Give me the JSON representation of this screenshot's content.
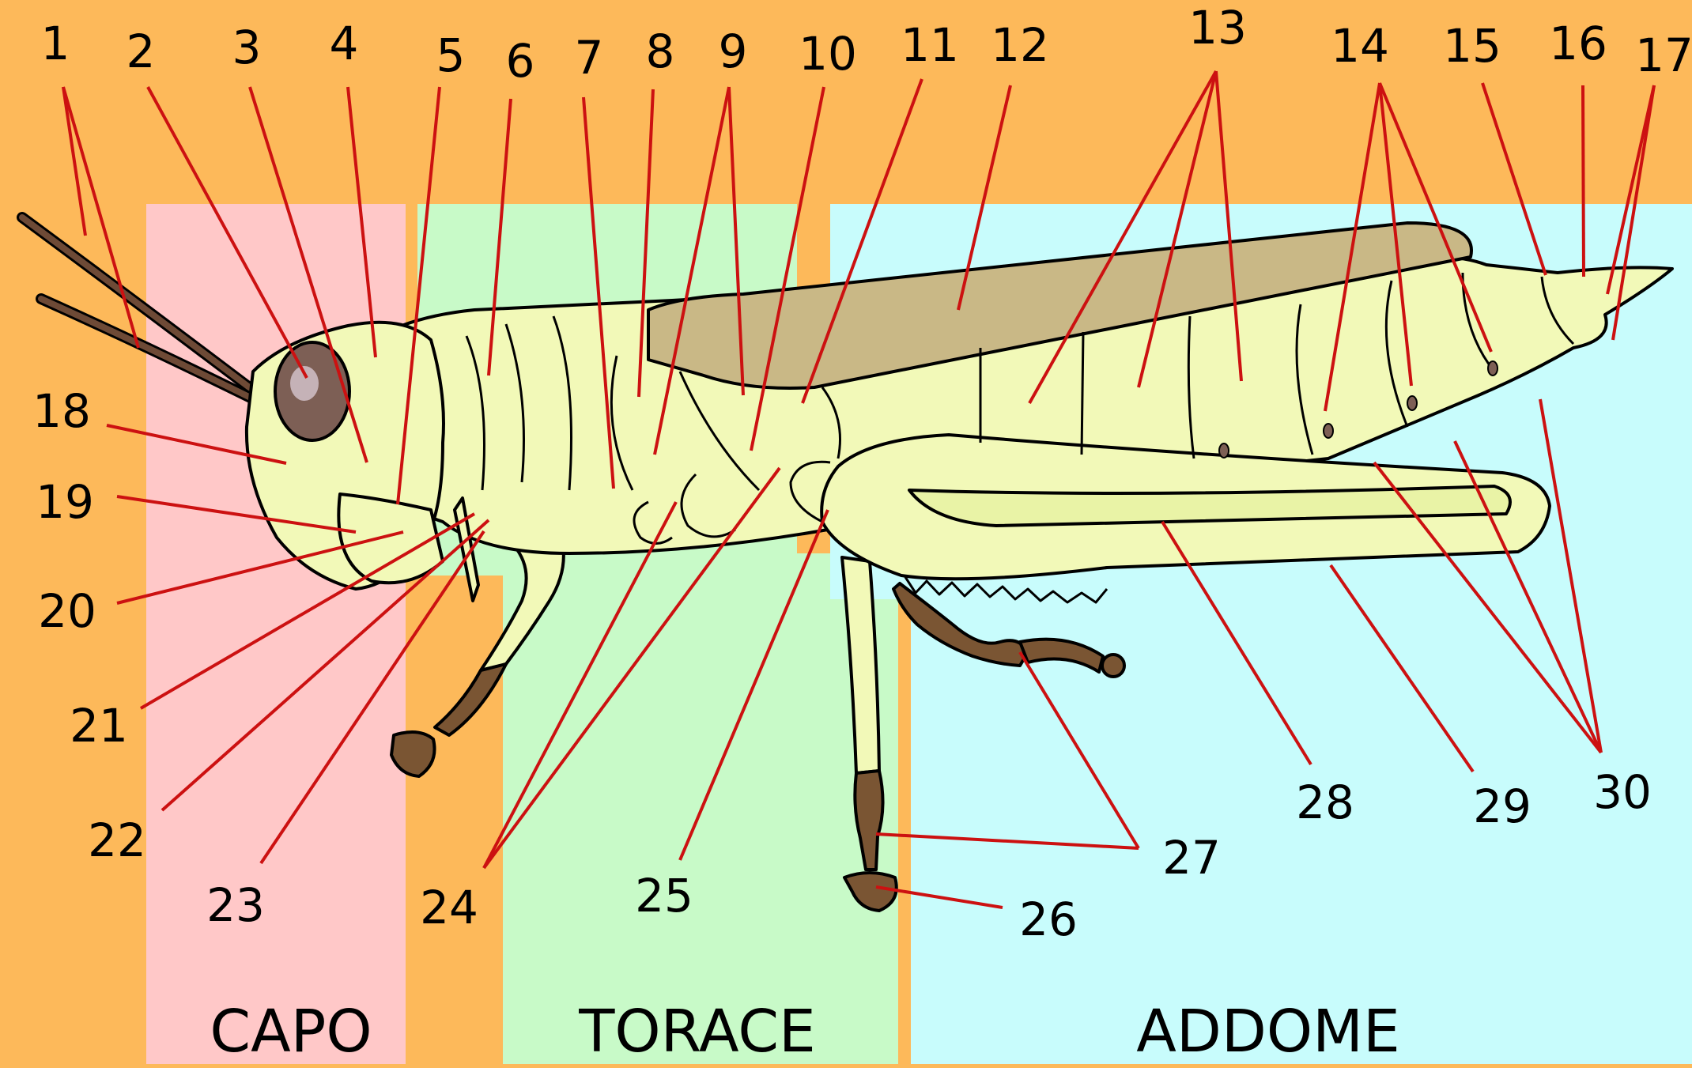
{
  "labels": {
    "n1": "1",
    "n2": "2",
    "n3": "3",
    "n4": "4",
    "n5": "5",
    "n6": "6",
    "n7": "7",
    "n8": "8",
    "n9": "9",
    "n10": "10",
    "n11": "11",
    "n12": "12",
    "n13": "13",
    "n14": "14",
    "n15": "15",
    "n16": "16",
    "n17": "17",
    "n18": "18",
    "n19": "19",
    "n20": "20",
    "n21": "21",
    "n22": "22",
    "n23": "23",
    "n24": "24",
    "n25": "25",
    "n26": "26",
    "n27": "27",
    "n28": "28",
    "n29": "29",
    "n30": "30"
  },
  "regions": {
    "head": "CAPO",
    "thorax": "TORACE",
    "abdomen": "ADDOME"
  },
  "colors": {
    "background": "#fdb95a",
    "head_region": "#ffc8c8",
    "thorax_region": "#c8fac8",
    "abdomen_region": "#c8fcfc",
    "body": "#f2f9b8",
    "wing": "#c9b886",
    "eye": "#7d5f55",
    "leg_dark": "#7a5533",
    "leader_line": "#cc1111"
  }
}
